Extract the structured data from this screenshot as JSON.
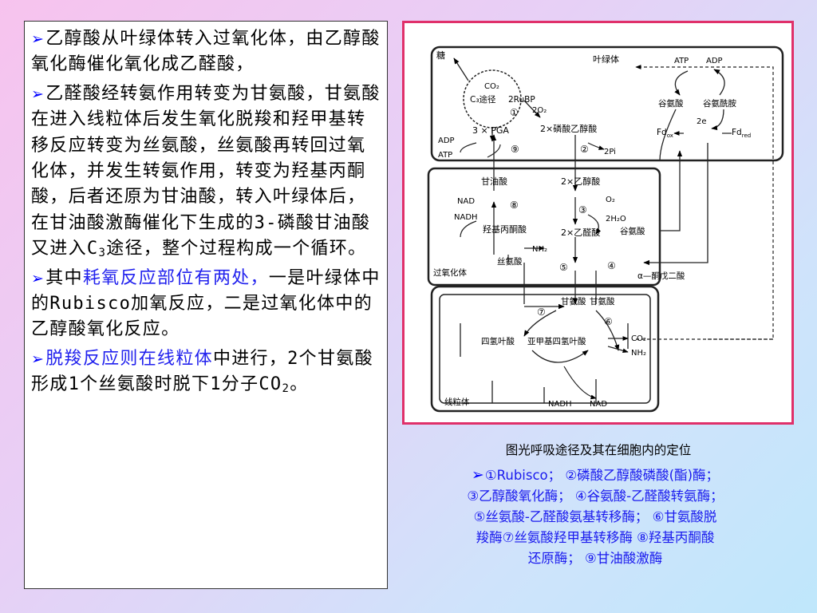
{
  "text_panel": {
    "p1": "乙醇酸从叶绿体转入过氧化体，由乙醇酸氧化酶催化氧化成乙醛酸，",
    "p2_a": "乙醛酸经转氨作用转变为甘氨酸，甘氨酸在进入线粒体后发生氧化脱羧和羟甲基转移反应转变为丝氨酸，丝氨酸再转回过氧化体，并发生转氨作用，转变为羟基丙酮酸，后者还原为甘油酸，转入叶绿体后，在甘油酸激酶催化下生成的3-磷酸甘油酸又进入C",
    "p2_sub": "3",
    "p2_b": "途径，整个过程构成一个循环。",
    "p3_a": "其中",
    "p3_hl": "耗氧反应部位有两处，",
    "p3_b": "一是叶绿体中的Rubisco加氧反应，二是过氧化体中的乙醇酸氧化反应。",
    "p4_hl": "脱羧反应则在线粒体",
    "p4_a": "中进行，2个甘氨酸形成1个丝氨酸时脱下1分子CO",
    "p4_sub": "2",
    "p4_b": "。"
  },
  "diagram": {
    "chloroplast": "叶绿体",
    "sugar": "糖",
    "co2_top": "CO₂",
    "c3_cycle": "C₃途径",
    "rubp": "2RuBP",
    "o2": "2O₂",
    "pga": "3 × PGA",
    "phosphoglycolate": "2×磷酸乙醇酸",
    "adp_left": "ADP",
    "atp_left": "ATP",
    "pi": "2Pi",
    "atp_right": "ATP",
    "adp_right": "ADP",
    "glutamate": "谷氨酸",
    "glutamine": "谷氨酰胺",
    "two_e": "2e",
    "fd_ox": "Fd",
    "fd_ox_sub": "ox",
    "fd_red": "Fd",
    "fd_red_sub": "red",
    "glycerate": "甘油酸",
    "glycolate": "2×乙醇酸",
    "nad": "NAD",
    "nadh": "NADH",
    "o2_b": "O₂",
    "h2o2": "2H₂O",
    "hydroxypyruvate": "羟基丙酮酸",
    "glyoxylate": "2×乙醛酸",
    "nh2": "NH₂",
    "glutamate_b": "谷氨酸",
    "peroxisome": "过氧化体",
    "serine": "丝氨酸",
    "aketoglutarate": "α—酮戊二酸",
    "glycine": "甘氨酸",
    "glycine2": "甘氨酸",
    "thf": "四氢叶酸",
    "methylene_thf": "亚甲基四氢叶酸",
    "co2_bottom": "CO₂",
    "nh2_bottom": "NH₂",
    "mitochondrion": "线粒体",
    "nadh_bottom": "NADH",
    "nad_bottom": "NAD",
    "n1": "①",
    "n2": "②",
    "n3": "③",
    "n4": "④",
    "n5": "⑤",
    "n6": "⑥",
    "n7": "⑦",
    "n8": "⑧",
    "n9": "⑨"
  },
  "caption": "图光呼吸途径及其在细胞内的定位",
  "legend": {
    "line1": "①Rubisco； ②磷酸乙醇酸磷酸(酯)酶；",
    "line2": "③乙醇酸氧化酶； ④谷氨酸-乙醛酸转氨酶；",
    "line3": "⑤丝氨酸-乙醛酸氨基转移酶； ⑥甘氨酸脱",
    "line4": "羧酶⑦丝氨酸羟甲基转移酶 ⑧羟基丙酮酸",
    "line5": "还原酶； ⑨甘油酸激酶"
  },
  "colors": {
    "frame_border": "#e0306a",
    "highlight_text": "#2222ee",
    "arrow_bullet": "#0000ff"
  }
}
